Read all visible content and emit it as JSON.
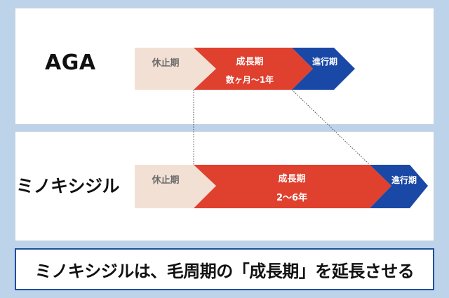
{
  "colors": {
    "background": "#bcd3ea",
    "panel": "#ffffff",
    "rest_phase": "#f3e0d4",
    "growth_phase": "#e0402e",
    "progress_phase": "#1948a6",
    "rest_text": "#6b6b6b",
    "phase_text": "#ffffff",
    "footer_border": "#1f4fa0"
  },
  "rows": [
    {
      "label": "AGA",
      "phases": [
        {
          "name": "休止期"
        },
        {
          "name": "成長期",
          "duration": "数ヶ月〜1年"
        },
        {
          "name": "進行期"
        }
      ]
    },
    {
      "label": "ミノキシジル",
      "phases": [
        {
          "name": "休止期"
        },
        {
          "name": "成長期",
          "duration": "2〜6年"
        },
        {
          "name": "進行期"
        }
      ]
    }
  ],
  "footer": {
    "text": "ミノキシジルは、毛周期の「成長期」を延長させる"
  }
}
